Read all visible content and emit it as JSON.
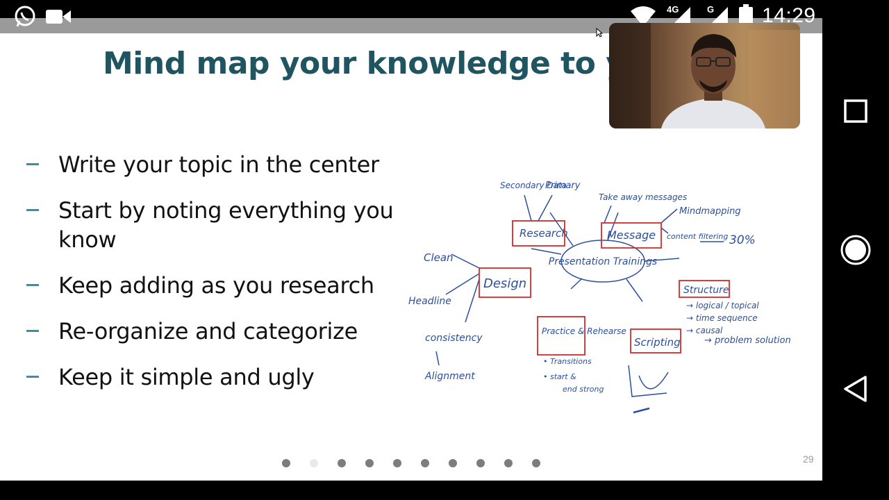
{
  "status_bar": {
    "time": "14:29",
    "network_4g": "4G",
    "network_g": "G",
    "icons": [
      "whatsapp-icon",
      "video-camera-icon",
      "wifi-icon",
      "signal-icon",
      "battery-icon"
    ]
  },
  "slide": {
    "title": "Mind map your knowledge to you",
    "bullets": [
      "Write your topic in the center",
      "Start by noting everything you know",
      "Keep adding as you research",
      "Re-organize and categorize",
      "Keep it simple and ugly"
    ],
    "page_number": "29",
    "pagination_count": 10,
    "pagination_active": 1,
    "mindmap": {
      "center": "Presentation Trainings",
      "research": "Research",
      "research_sub": [
        "Secondary Data",
        "Primary"
      ],
      "message": "Message",
      "message_sub": [
        "Take away messages",
        "Mindmapping",
        "content filtering",
        "30%"
      ],
      "design": "Design",
      "design_sub": [
        "Clean",
        "Headline",
        "consistency",
        "Alignment"
      ],
      "structure": "Structure",
      "structure_sub": [
        "→ logical / topical",
        "→ time sequence",
        "→ causal",
        "→ problem solution"
      ],
      "practice": "Practice & Rehearse",
      "practice_sub": [
        "• Transitions",
        "• start &",
        "end strong"
      ],
      "scripting": "Scripting"
    }
  },
  "nav_bar": {
    "buttons": [
      "recents-square-icon",
      "home-circle-icon",
      "back-triangle-icon"
    ]
  },
  "colors": {
    "title": "#1f5560",
    "bullet_dash": "#3a8fa0",
    "ink_blue": "#2b4f9e",
    "box_red": "#d42a2a"
  }
}
